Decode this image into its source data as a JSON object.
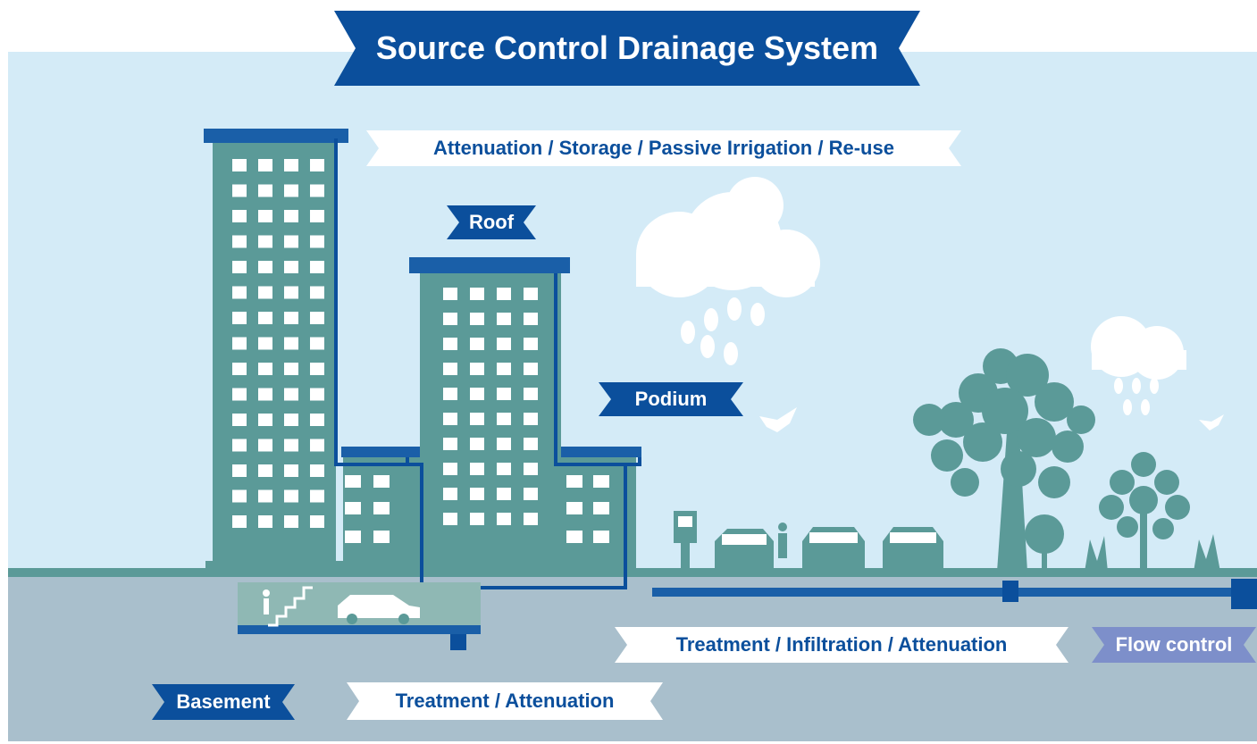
{
  "title": "Source Control Drainage System",
  "labels": {
    "attenuation_storage": "Attenuation / Storage / Passive Irrigation / Re-use",
    "roof": "Roof",
    "podium": "Podium",
    "treatment_infiltration": "Treatment / Infiltration / Attenuation",
    "flow_control": "Flow control",
    "basement": "Basement",
    "treatment_attenuation": "Treatment / Attenuation"
  },
  "colors": {
    "sky": "#d4ebf7",
    "ground": "#a9bfcc",
    "building": "#5b9a98",
    "drain_blue": "#0b4f9c",
    "accent_purple": "#7d8fca",
    "window": "#ffffff"
  },
  "icons": [
    "cloud-rain-icon",
    "sun-icon",
    "bird-icon",
    "tree-icon",
    "car-icon",
    "parking-meter-icon",
    "person-icon"
  ]
}
